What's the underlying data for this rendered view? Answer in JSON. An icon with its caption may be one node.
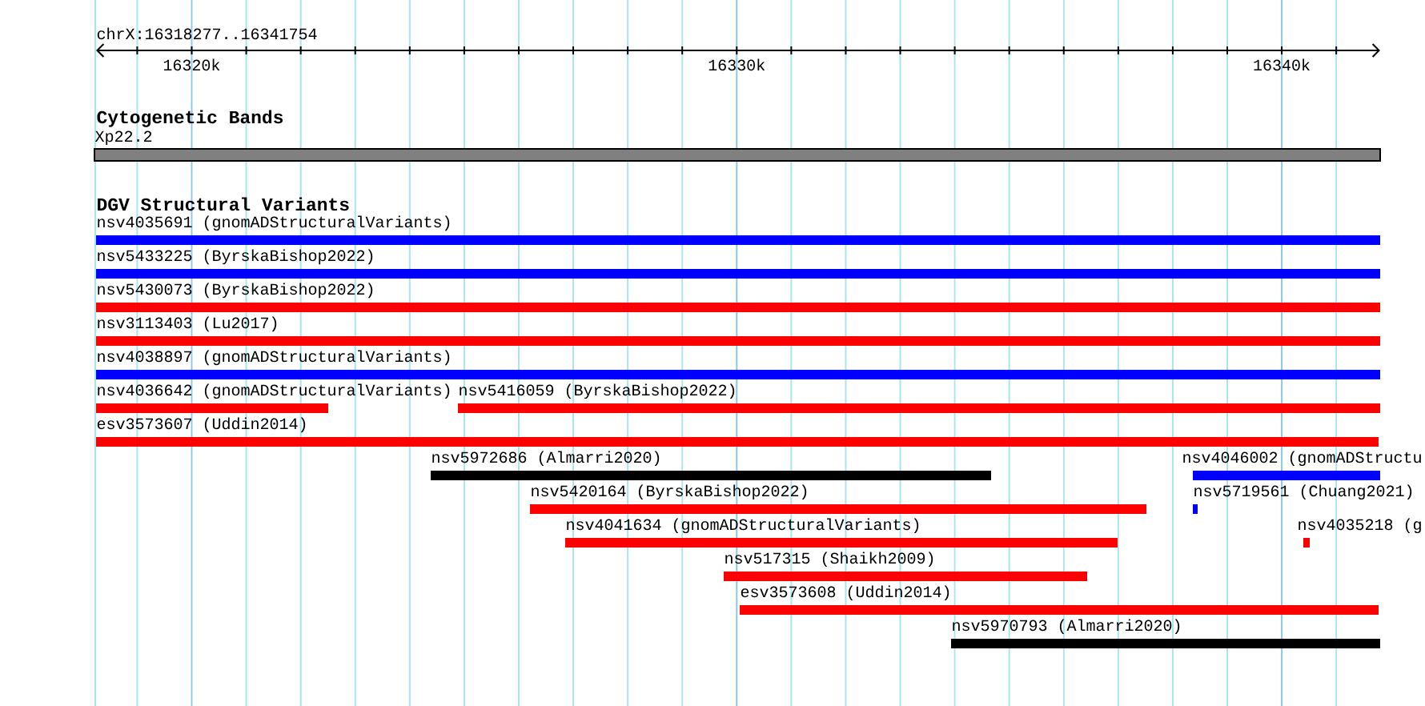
{
  "diagram": {
    "nodes": [
      {
        "text": [
          "Xp22.2"
        ]
      },
      {
        "text": [
          "nsv4035691 (gnomADStructuralVariants)"
        ]
      },
      {
        "text": [
          "nsv5433225 (ByrskaBishop2022)"
        ]
      },
      {
        "text": [
          "nsv5430073 (ByrskaBishop2022)"
        ]
      },
      {
        "text": [
          "nsv3113403 (Lu2017)"
        ]
      },
      {
        "text": [
          "nsv4038897 (gnomADStructuralVariants)"
        ]
      },
      {
        "text": [
          "nsv4036642 (gnomADStructuralVariants)"
        ]
      },
      {
        "text": [
          "nsv5416059 (ByrskaBishop2022)"
        ]
      },
      {
        "text": [
          "esv3573607 (Uddin2014)"
        ]
      },
      {
        "text": [
          "nsv5972686 (Almarri2020)"
        ]
      },
      {
        "text": [
          "nsv4046002 (gnomADStructu"
        ]
      },
      {
        "text": [
          "nsv5420164 (ByrskaBishop2022)"
        ]
      },
      {
        "text": [
          "nsv5719561 (Chuang2021)"
        ]
      },
      {
        "text": [
          "nsv4041634 (gnomADStructuralVariants)"
        ]
      },
      {
        "text": [
          "nsv4035218 (g"
        ]
      },
      {
        "text": [
          "nsv517315 (Shaikh2009)"
        ]
      },
      {
        "text": [
          "esv3573608 (Uddin2014)"
        ]
      },
      {
        "text": [
          "nsv5970793 (Almarri2020)"
        ]
      }
    ],
    "labels": [
      "chrX:16318277..16341754",
      "16320k",
      "16330k",
      "16340k",
      "Cytogenetic Bands",
      "DGV Structural Variants"
    ]
  }
}
